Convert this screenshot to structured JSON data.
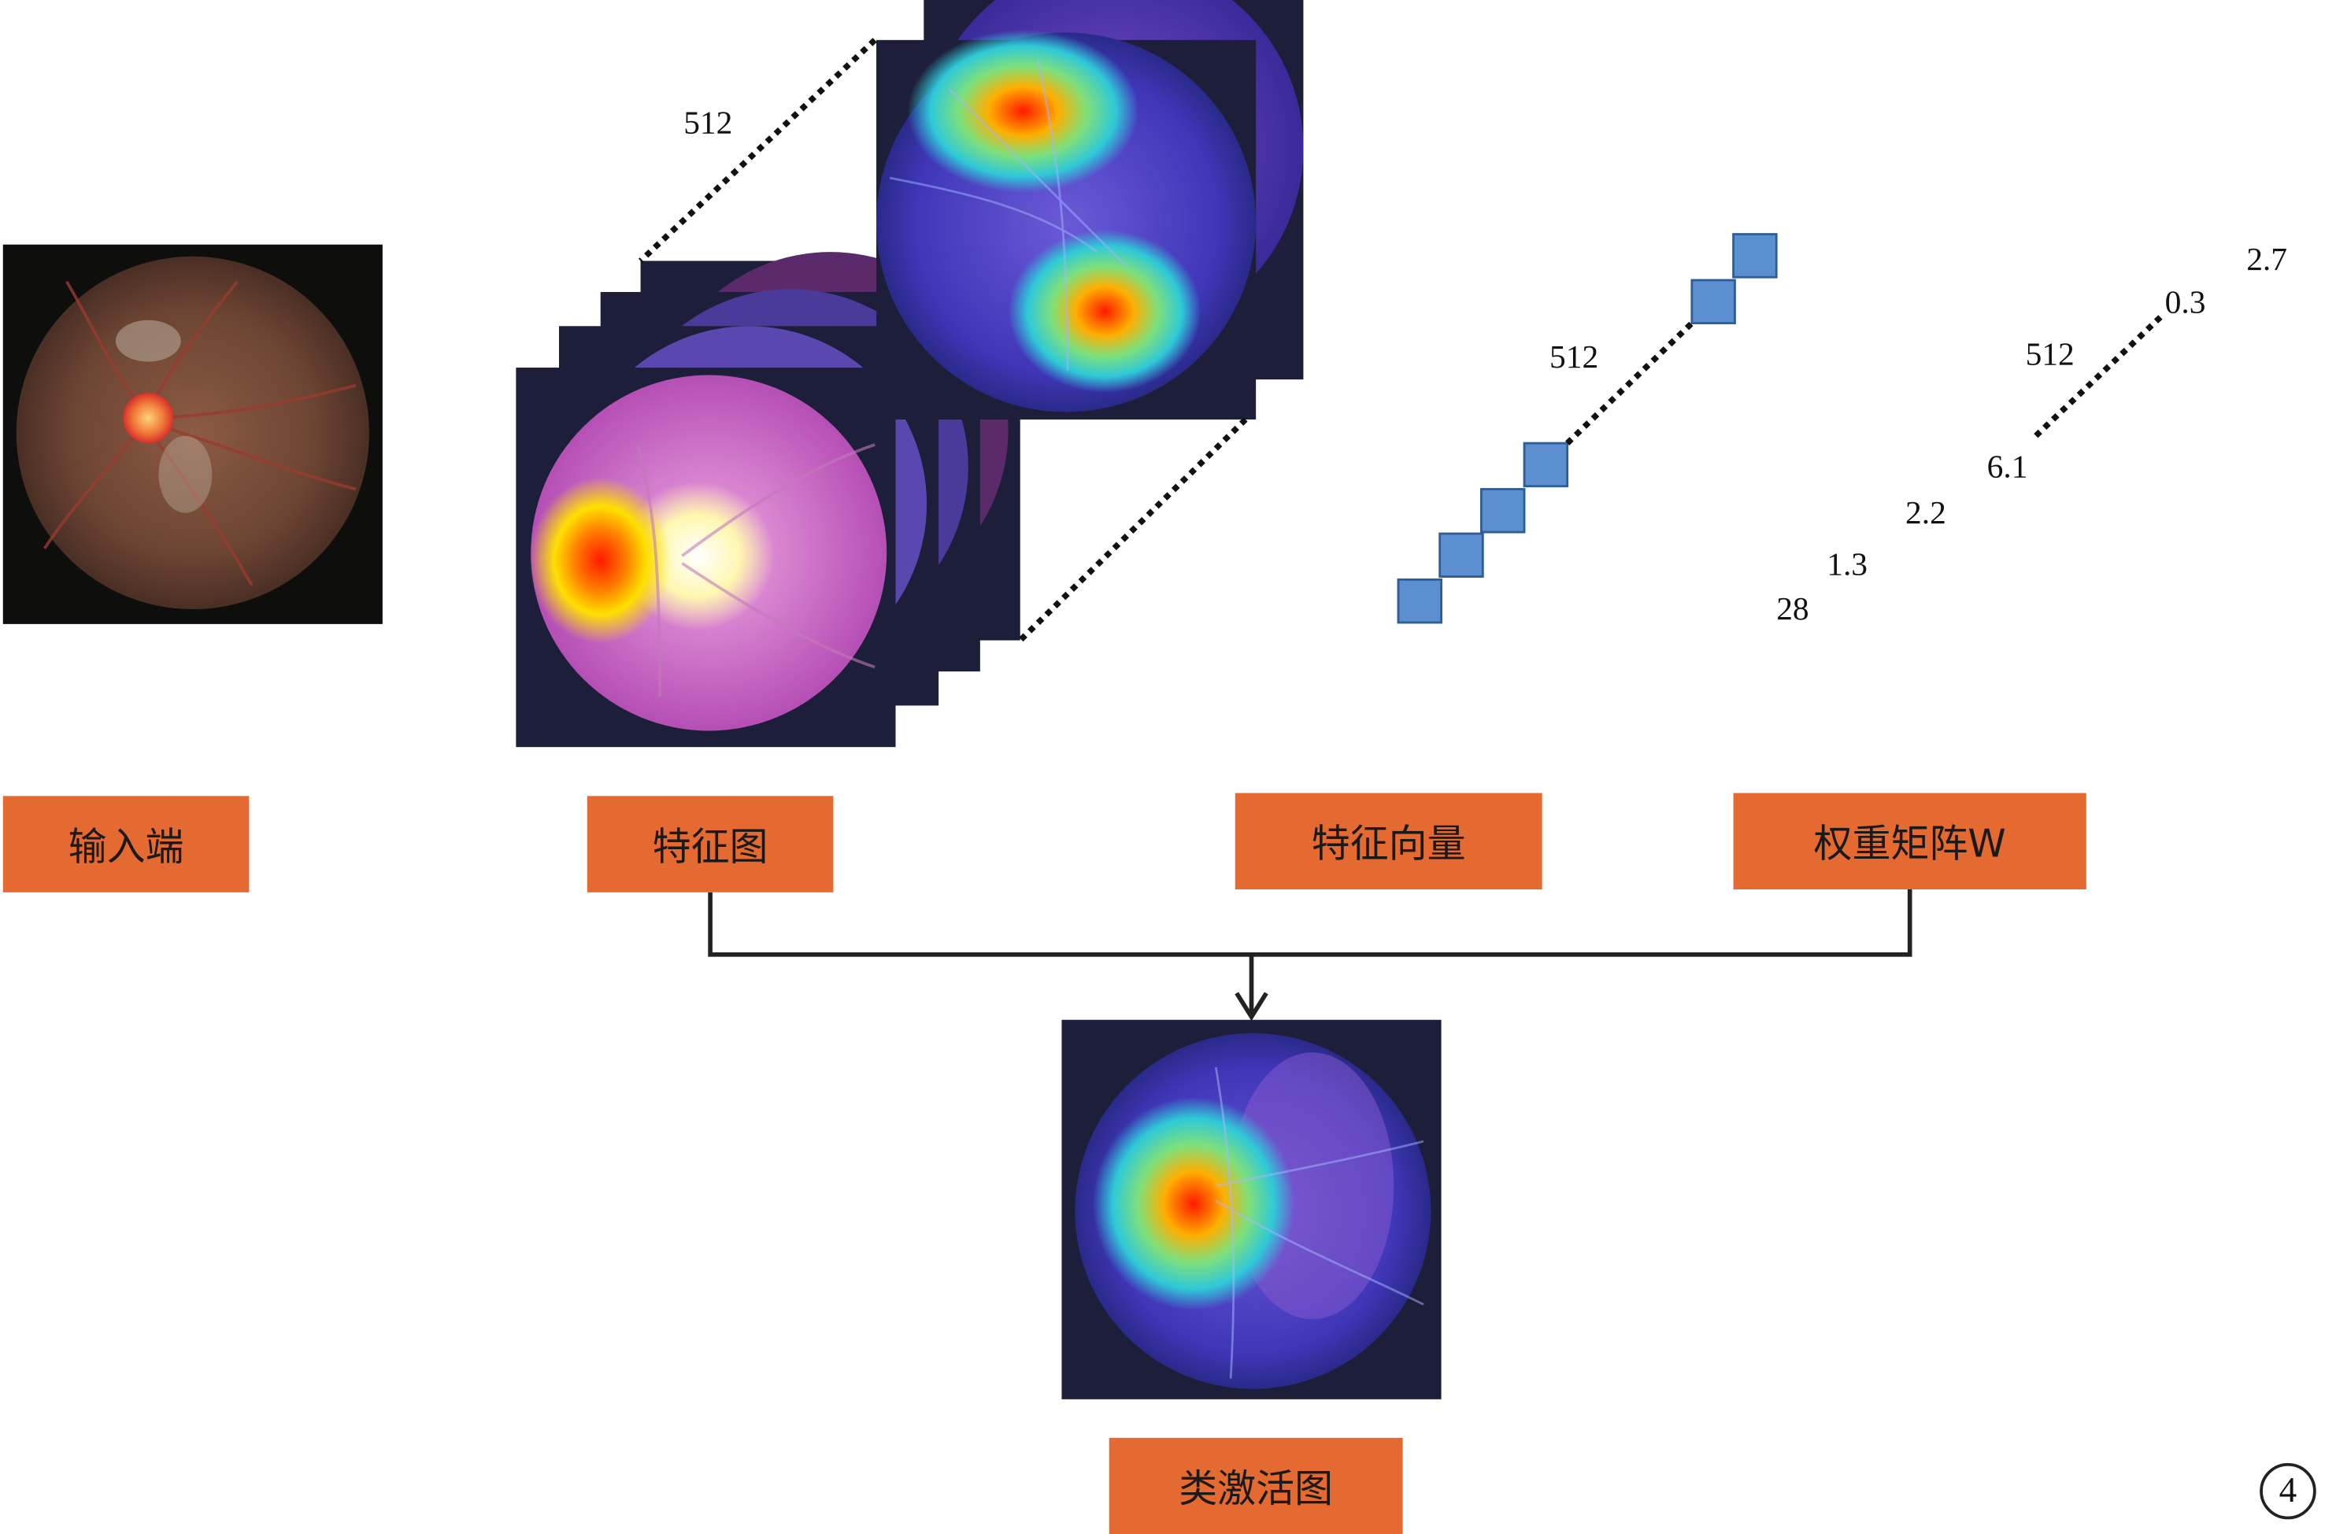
{
  "labels": {
    "input": "输入端",
    "feature_map": "特征图",
    "feature_vector": "特征向量",
    "weight_matrix": "权重矩阵W",
    "cam": "类激活图"
  },
  "feature_map_depth": "512",
  "feature_vector_length": "512",
  "weight_matrix_length": "512",
  "weights": [
    "28",
    "1.3",
    "2.2",
    "6.1",
    "0.3",
    "2.7"
  ],
  "page_number": "4",
  "colors": {
    "label_fill": "#e46a31",
    "vector_cell": "#5b8fcf",
    "image_background": "#1d1f3a"
  },
  "images": {
    "input": "fundus-photo",
    "feature_maps": "fundus-heatmap-stack",
    "cam": "fundus-class-activation-map"
  }
}
